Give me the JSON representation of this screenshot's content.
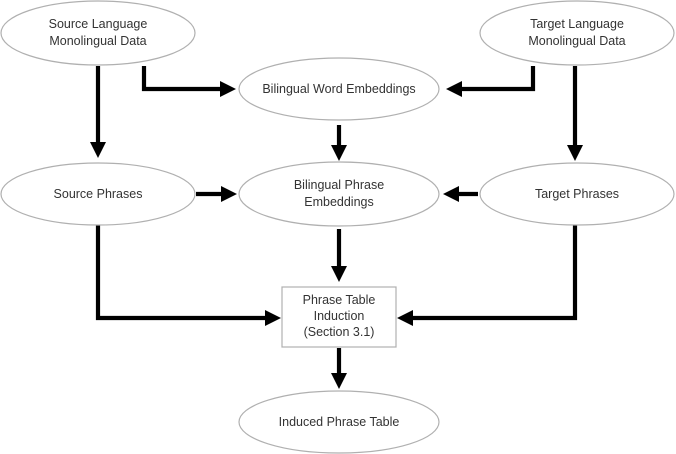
{
  "nodes": {
    "source_mono": {
      "line1": "Source Language",
      "line2": "Monolingual Data"
    },
    "target_mono": {
      "line1": "Target Language",
      "line2": "Monolingual Data"
    },
    "bwe": {
      "line1": "Bilingual Word Embeddings"
    },
    "source_phrases": {
      "line1": "Source Phrases"
    },
    "bpe": {
      "line1": "Bilingual Phrase",
      "line2": "Embeddings"
    },
    "target_phrases": {
      "line1": "Target Phrases"
    },
    "induction": {
      "line1": "Phrase Table",
      "line2": "Induction",
      "line3": "(Section 3.1)"
    },
    "output": {
      "line1": "Induced Phrase Table"
    }
  }
}
